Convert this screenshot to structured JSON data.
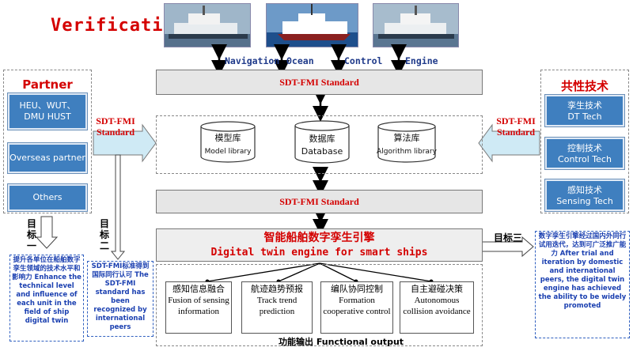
{
  "verification": {
    "title": "Verification",
    "labels": [
      "Navigation",
      "Ocean",
      "Control",
      "Engine"
    ]
  },
  "standard_bar_top": "SDT-FMI Standard",
  "standard_bar_mid": "SDT-FMI Standard",
  "libraries": [
    {
      "zh": "模型库",
      "en": "Model library"
    },
    {
      "zh": "数据库",
      "en": "Database"
    },
    {
      "zh": "算法库",
      "en": "Algorithm library"
    }
  ],
  "partner": {
    "title": "Partner",
    "boxes": [
      "HEU、WUT、DMU HUST",
      "Overseas partner",
      "Others"
    ],
    "arrow_label": "SDT-FMI Standard"
  },
  "common_tech": {
    "title": "共性技术",
    "boxes": [
      {
        "zh": "孪生技术",
        "en": "DT Tech"
      },
      {
        "zh": "控制技术",
        "en": "Control Tech"
      },
      {
        "zh": "感知技术",
        "en": "Sensing Tech"
      }
    ],
    "arrow_label": "SDT-FMI Standard"
  },
  "engine": {
    "zh": "智能船舶数字孪生引擎",
    "en": "Digital twin engine for smart ships"
  },
  "functions": [
    {
      "zh": "感知信息融合",
      "en": "Fusion of sensing information"
    },
    {
      "zh": "航迹趋势预报",
      "en": "Track trend prediction"
    },
    {
      "zh": "编队协同控制",
      "en": "Formation cooperative control"
    },
    {
      "zh": "自主避碰决策",
      "en": "Autonomous collision avoidance"
    }
  ],
  "functional_output": "功能输出 Functional output",
  "goals": {
    "goal1": {
      "label": "目标一",
      "text": "提升各单位在船舶数字孪生领域的技术水平和影响力 Enhance the technical level and influence of each unit in the field of ship digital twin"
    },
    "goal2": {
      "label": "目标二",
      "text": "SDT-FMI标准得到国际同行认可 The SDT-FMI standard has been recognized by international peers"
    },
    "goal3": {
      "label": "目标三",
      "text": "数字孪生引擎经过国内外同行试用迭代，达到可广泛推广能力 After trial and iteration by domestic and international peers, the digital twin engine has achieved the ability to be widely promoted"
    }
  },
  "colors": {
    "accent_red": "#d40000",
    "box_blue": "#3f7fbf",
    "label_blue": "#1f3a8a",
    "arrow_fill": "#cfeaf5"
  }
}
